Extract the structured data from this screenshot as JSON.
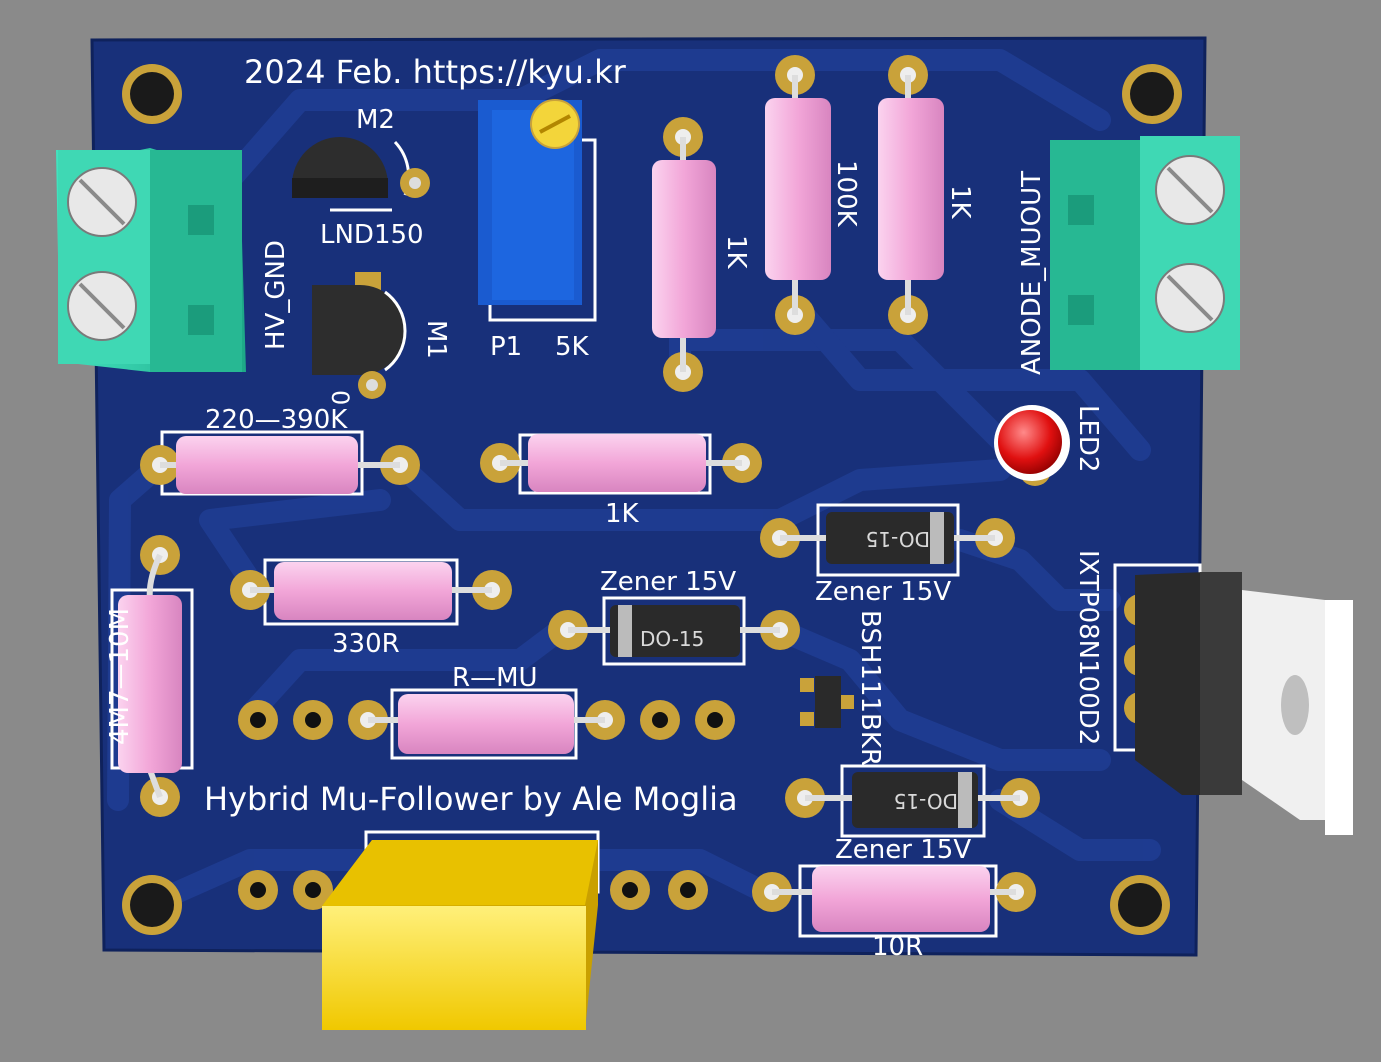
{
  "board": {
    "header_text": "2024 Feb. https://kyu.kr",
    "title_text": "Hybrid Mu-Follower by Ale Moglia",
    "colors": {
      "background": "#8a8a8a",
      "pcb": "#18307a",
      "trace": "#1f3d92",
      "pad": "#c9a23a",
      "resistor": "#f2a6d8",
      "terminal": "#2ecfa8",
      "diode": "#2a2a2a",
      "led": "#e01010",
      "trimmer": "#1a5bd0",
      "capacitor": "#f5d514"
    }
  },
  "labels": {
    "m2": "M2",
    "lnd150": "LND150",
    "m1": "M1",
    "m1_pin": "0",
    "hv_gnd": "HV_GND",
    "p1": "P1",
    "p1_value": "5K",
    "r_1k_a": "1K",
    "r_100k": "100K",
    "r_1k_b": "1K",
    "anode_muout": "ANODE_MUOUT",
    "led2": "LED2",
    "r_220_390k": "220—390K",
    "r_1k_c": "1K",
    "zener_top": "Zener 15V",
    "zener_mid": "Zener 15V",
    "zener_bottom": "Zener 15V",
    "do15_top": "DO-15",
    "do15_mid": "DO-15",
    "do15_bottom": "DO-15",
    "r_4m7": "4M7—10M",
    "r_330r": "330R",
    "bsh111bkr": "BSH111BKR",
    "ixtp08n100d2": "IXTP08N100D2",
    "r_mu": "R—MU",
    "r_10r": "10R"
  },
  "icons": {
    "mount_hole": "mounting-hole-icon",
    "terminal_screw": "screw-terminal-icon"
  }
}
